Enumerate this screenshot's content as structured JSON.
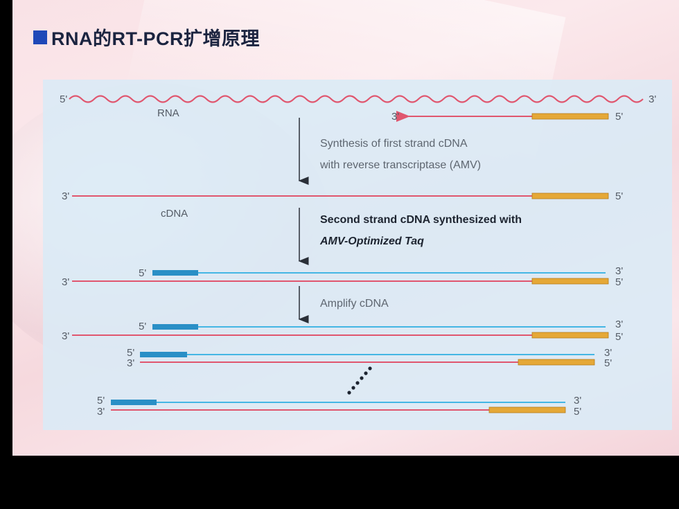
{
  "title": "RNA的RT-PCR扩增原理",
  "colors": {
    "rna": "#e0566e",
    "cdna": "#e0566e",
    "second_strand": "#44b6e4",
    "primer_orange": "#e5a837",
    "primer_blue": "#2a8fc6",
    "title_bullet": "#1f48b8"
  },
  "labels": {
    "five": "5'",
    "three": "3'",
    "rna": "RNA",
    "cdna": "cDNA"
  },
  "steps": {
    "step1_line1": "Synthesis of first strand cDNA",
    "step1_line2": "with reverse transcriptase (AMV)",
    "step2_line1": "Second strand cDNA synthesized with",
    "step2_line2": "AMV-Optimized Taq",
    "step3": "Amplify cDNA"
  }
}
